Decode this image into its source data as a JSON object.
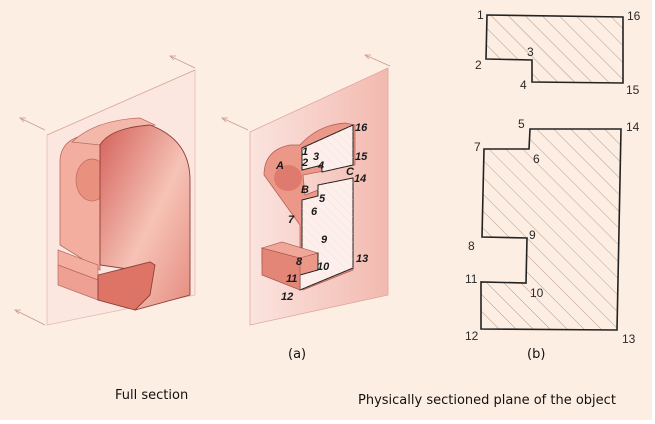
{
  "figure_labels": {
    "a": "(a)",
    "b": "(b)"
  },
  "captions": {
    "left": "Full section",
    "right": "Physically sectioned plane of the object"
  },
  "sectioned_object_points": {
    "p1": "1",
    "p2": "2",
    "p3": "3",
    "p4": "4",
    "p5": "5",
    "p6": "6",
    "p7": "7",
    "p8": "8",
    "p9": "9",
    "p10": "10",
    "p11": "11",
    "p12": "12",
    "p13": "13",
    "p14": "14",
    "p15": "15",
    "p16": "16",
    "A": "A",
    "B": "B",
    "C": "C"
  },
  "section_profile_top_points": {
    "p1": "1",
    "p2": "2",
    "p3": "3",
    "p4": "4",
    "p15": "15",
    "p16": "16"
  },
  "section_profile_bottom_points": {
    "p5": "5",
    "p6": "6",
    "p7": "7",
    "p8": "8",
    "p9": "9",
    "p10": "10",
    "p11": "11",
    "p12": "12",
    "p13": "13",
    "p14": "14"
  },
  "colors": {
    "background": "#fdeee3",
    "solid_light": "#f1a596",
    "solid_dark": "#d8695e",
    "plane": "#f9dcd6",
    "outline": "#2b2b2b",
    "hatch": "#b08a80"
  }
}
